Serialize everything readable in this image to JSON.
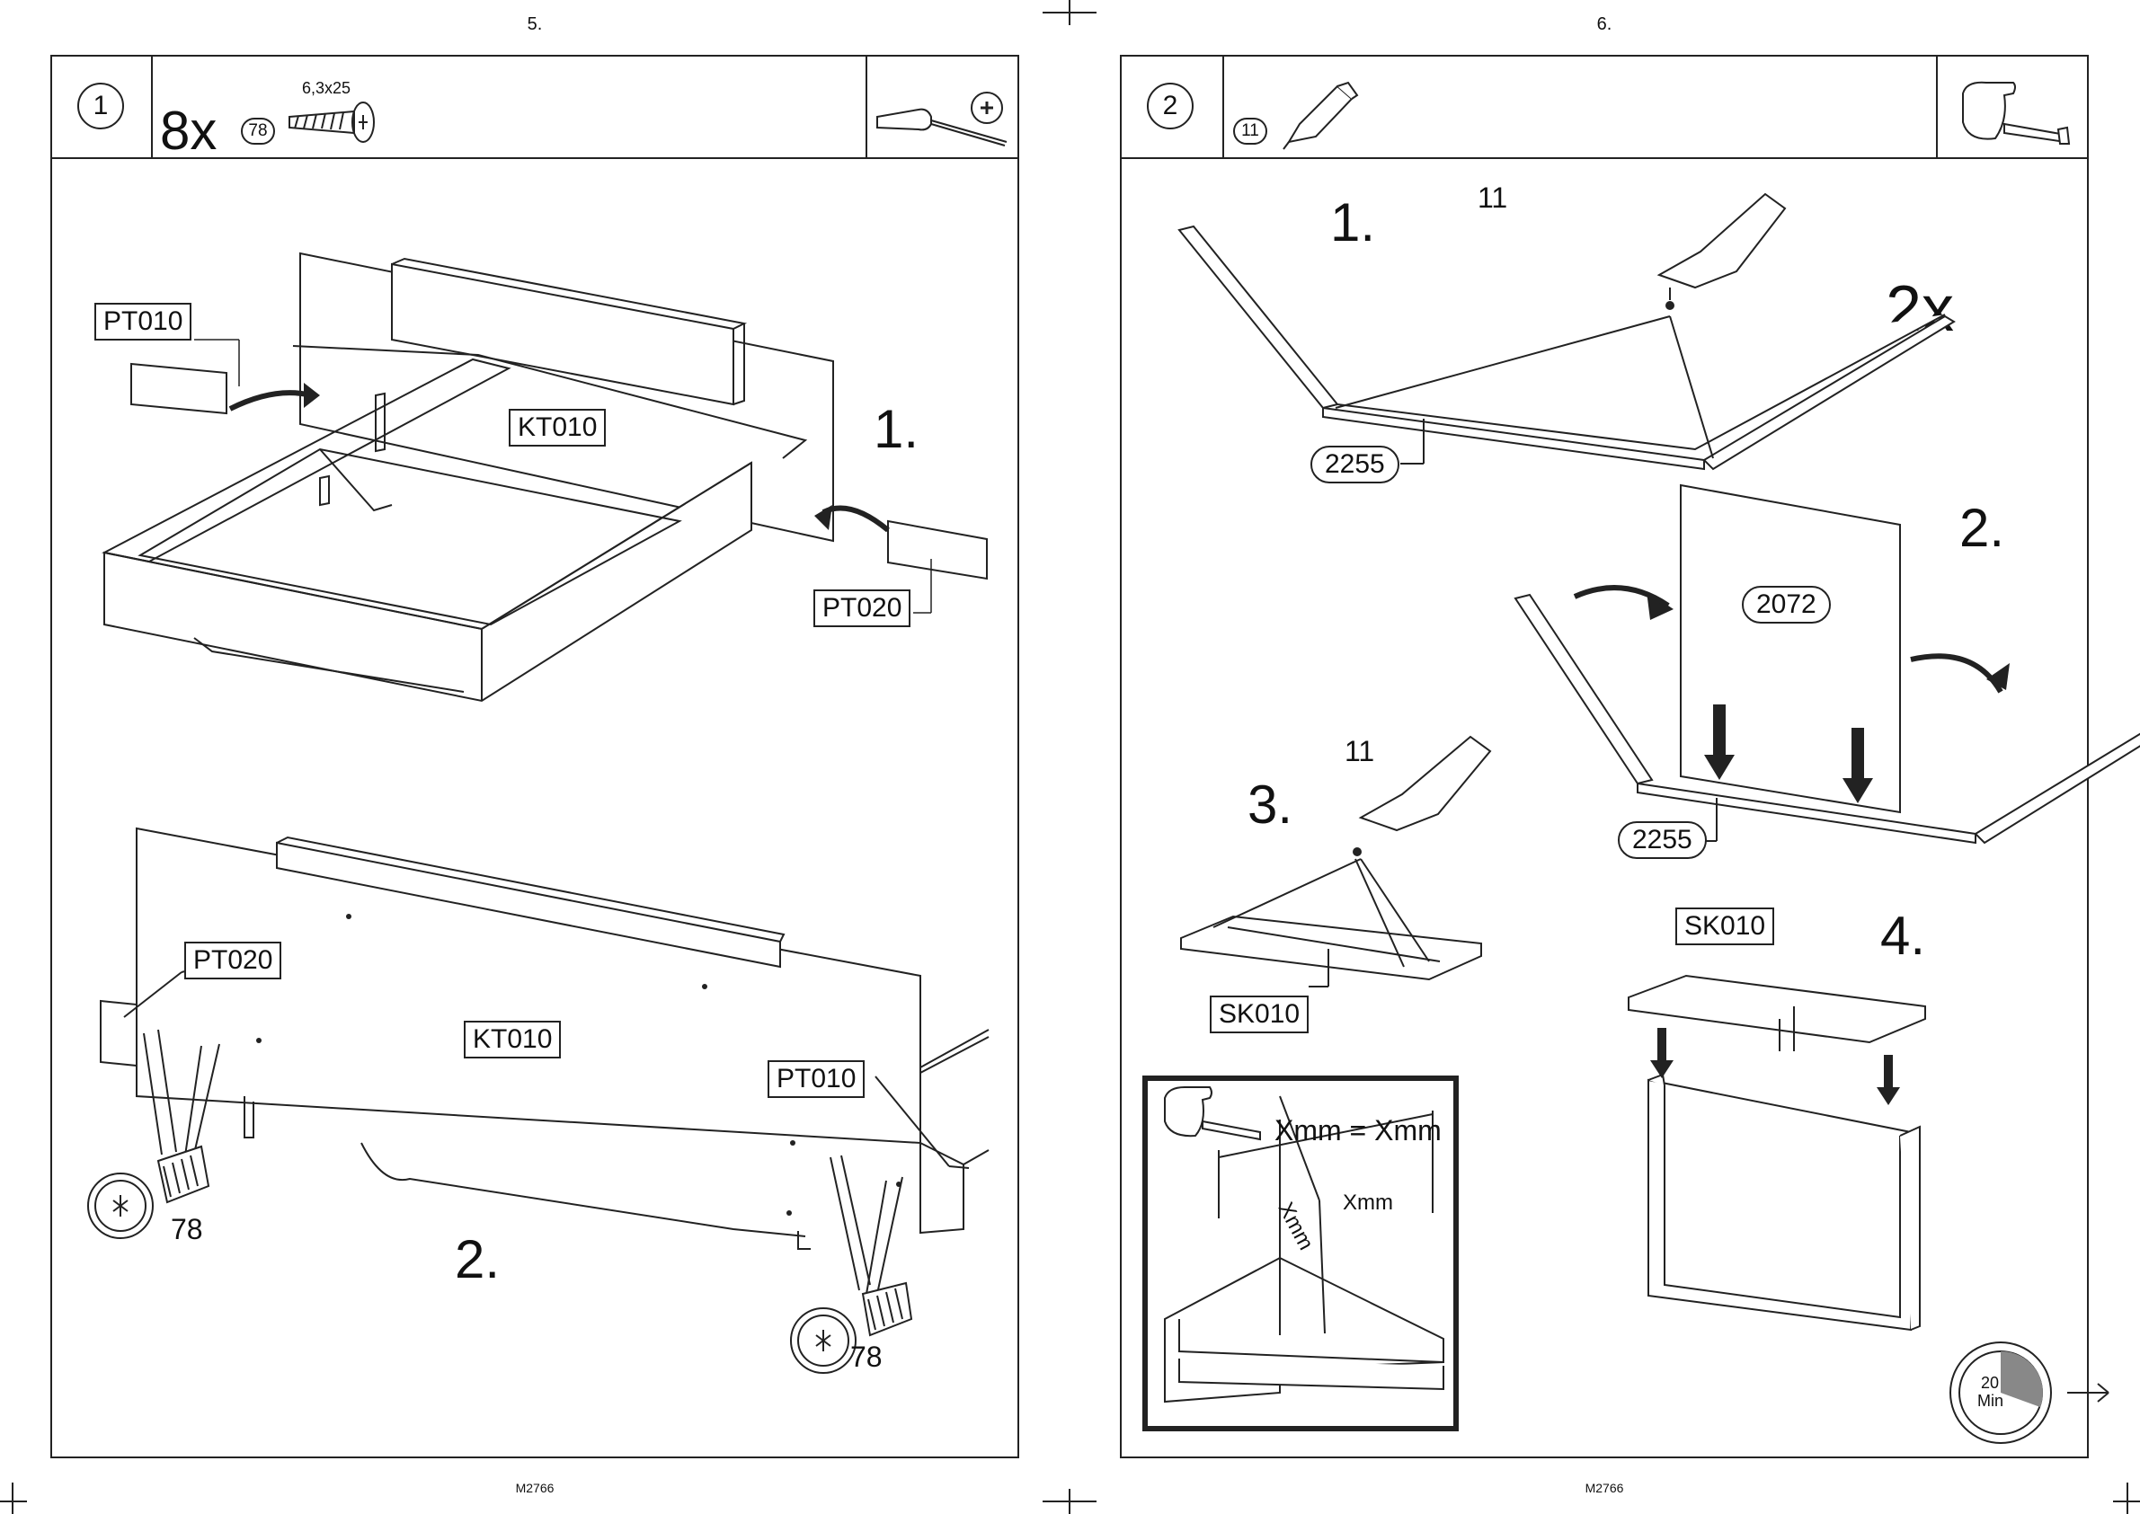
{
  "pages": [
    {
      "page_number": "5.",
      "footer": "M2766",
      "step": "1",
      "header": {
        "quantity": "8x",
        "part_ref": "78",
        "screw_size": "6,3x25",
        "tool_icon": "phillips-screwdriver-icon"
      },
      "substeps": [
        {
          "number": "1.",
          "labels": [
            "PT010",
            "KT010",
            "PT020"
          ]
        },
        {
          "number": "2.",
          "labels": [
            "PT020",
            "KT010",
            "PT010"
          ],
          "screw_labels": [
            "78",
            "78"
          ]
        }
      ]
    },
    {
      "page_number": "6.",
      "footer": "M2766",
      "step": "2",
      "header": {
        "part_ref": "11",
        "glue_icon": "glue-tube-icon",
        "tool_icon": "tape-measure-icon"
      },
      "repeat": "2x",
      "substeps": [
        {
          "number": "1.",
          "glue": "11",
          "label": "2255"
        },
        {
          "number": "2.",
          "labels": [
            "2072",
            "2255"
          ]
        },
        {
          "number": "3.",
          "glue": "11",
          "label": "SK010"
        },
        {
          "number": "4.",
          "label": "SK010"
        }
      ],
      "inset": {
        "equation": "Xmm = Xmm",
        "diag_label": "Xmm",
        "width_label": "Xmm"
      },
      "timer": {
        "value": "20",
        "unit": "Min"
      }
    }
  ]
}
